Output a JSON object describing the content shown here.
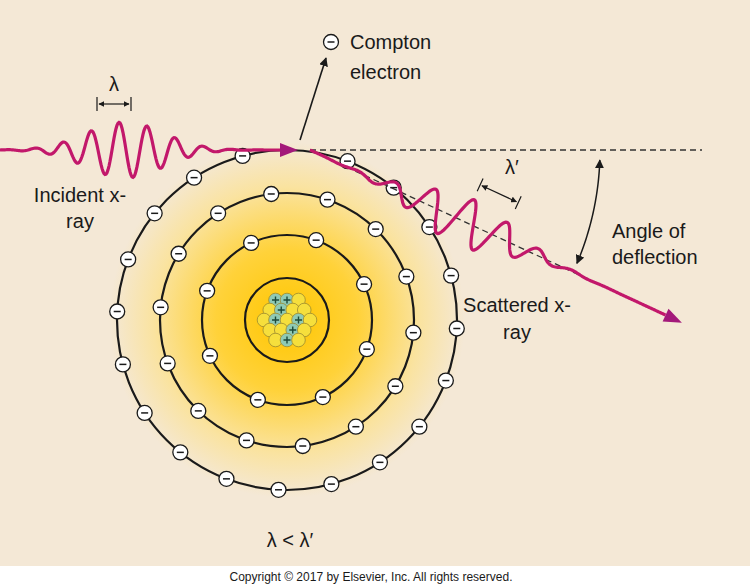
{
  "diagram": {
    "labels": [
      "λ",
      "Compton electron",
      "Incident x-ray",
      "λ′",
      "Angle of deflection",
      "Scattered x-ray",
      "λ < λ′",
      "Copyright © 2017 by Elsevier, Inc. All rights reserved."
    ]
  }
}
